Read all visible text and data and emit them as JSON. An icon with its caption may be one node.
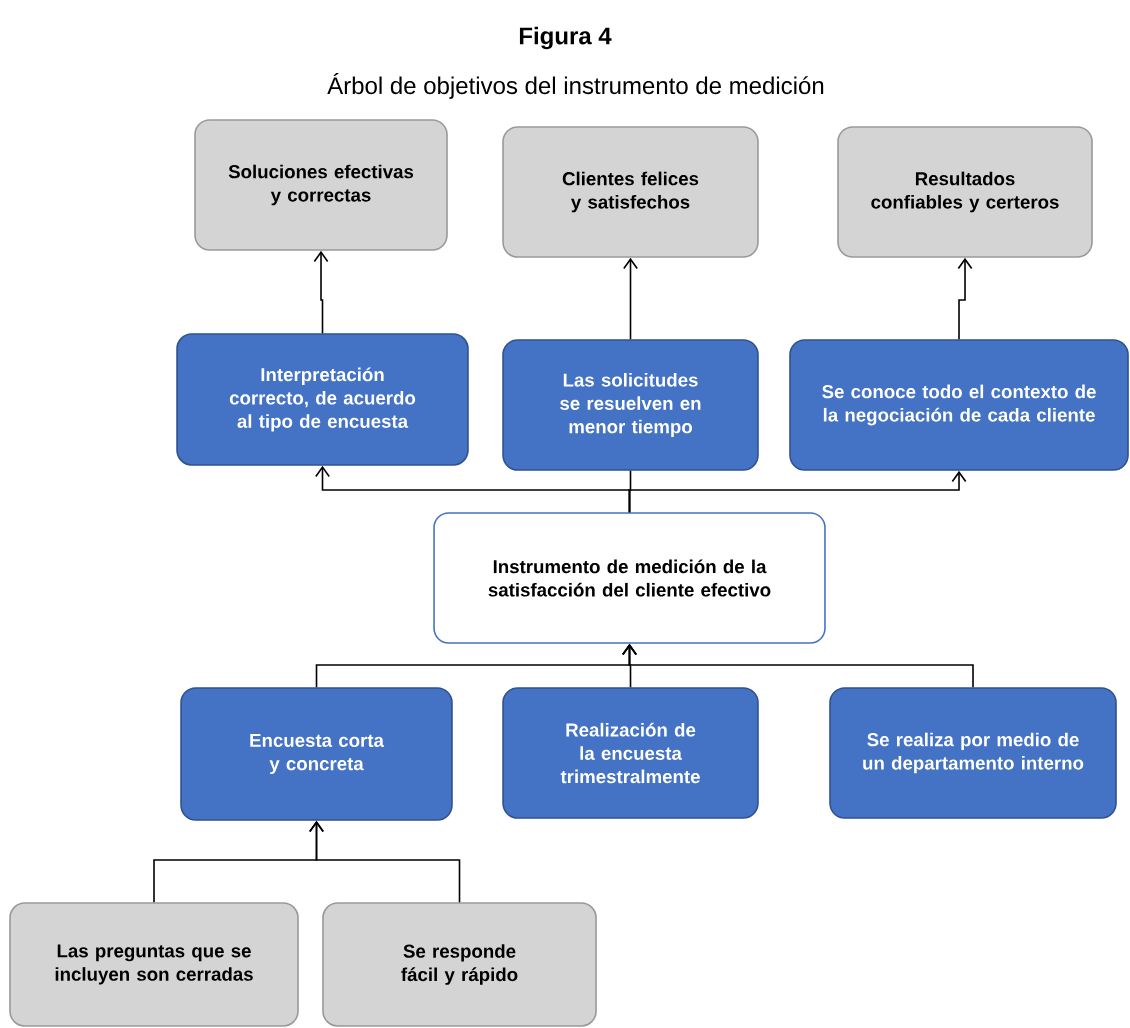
{
  "diagram": {
    "title": "Figura 4",
    "caption": "Árbol de objetivos del instrumento de medición",
    "nodes": [
      {
        "text": [
          "Soluciones efectivas y correctas"
        ]
      },
      {
        "text": [
          "Clientes felices y satisfechos"
        ]
      },
      {
        "text": [
          "Resultados confiables y certeros"
        ]
      },
      {
        "text": [
          "Interpretación correcto, de acuerdo al tipo de encuesta"
        ]
      },
      {
        "text": [
          "Las solicitudes se resuelven en menor tiempo"
        ]
      },
      {
        "text": [
          "Se conoce todo el contexto de la negociación de cada cliente"
        ]
      },
      {
        "text": [
          "Instrumento de medición de la satisfacción del cliente efectivo"
        ]
      },
      {
        "text": [
          "Encuesta corta y concreta"
        ]
      },
      {
        "text": [
          "Realización de la encuesta trimestralmente"
        ]
      },
      {
        "text": [
          "Se realiza por medio de un departamento interno"
        ]
      },
      {
        "text": [
          "Las preguntas que se incluyen son cerradas"
        ]
      },
      {
        "text": [
          "Se responde fácil y rápido"
        ]
      }
    ],
    "edges": [
      {
        "from": 3,
        "to": 0,
        "arrow": "to"
      },
      {
        "from": 4,
        "to": 1,
        "arrow": "to"
      },
      {
        "from": 5,
        "to": 2,
        "arrow": "to"
      },
      {
        "from": 6,
        "to": 3,
        "arrow": "to"
      },
      {
        "from": 6,
        "to": 4,
        "arrow": "none"
      },
      {
        "from": 6,
        "to": 5,
        "arrow": "to"
      },
      {
        "from": 7,
        "to": 6,
        "arrow": "to"
      },
      {
        "from": 8,
        "to": 6,
        "arrow": "to"
      },
      {
        "from": 9,
        "to": 6,
        "arrow": "to"
      },
      {
        "from": 10,
        "to": 7,
        "arrow": "to"
      },
      {
        "from": 11,
        "to": 7,
        "arrow": "to"
      }
    ]
  }
}
